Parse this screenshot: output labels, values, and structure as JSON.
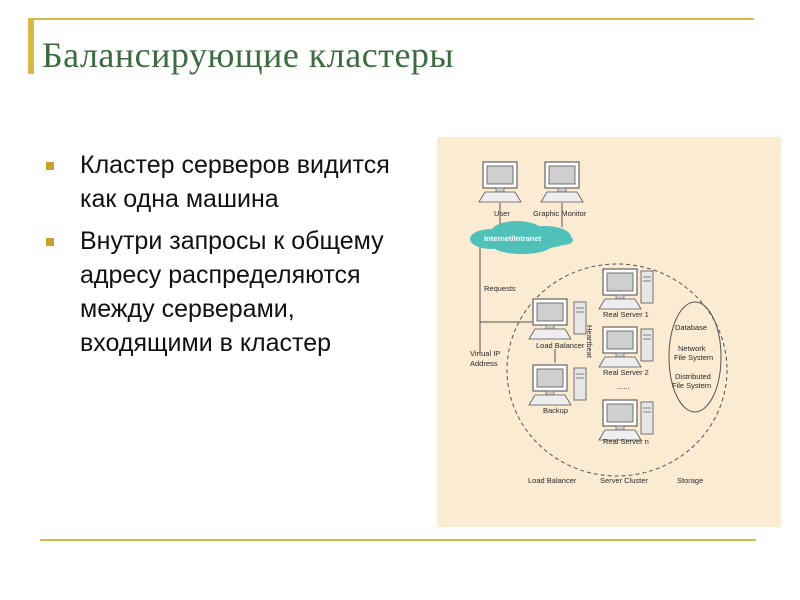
{
  "slide": {
    "title": "Балансирующие кластеры",
    "bullets": [
      "Кластер серверов видится как одна машина",
      "Внутри запросы к общему адресу распределяются между серверами, входящими в кластер"
    ]
  },
  "diagram": {
    "user_label": "User",
    "monitor_label": "Graphic Monitor",
    "network_label": "Internet/Intranet",
    "requests_label": "Requests",
    "vip_line1": "Virtual IP",
    "vip_line2": "Address",
    "load_balancer_label": "Load Balancer",
    "backup_label": "Backup",
    "heartbeat_label": "Heartbeat",
    "server1_label": "Real Server 1",
    "server2_label": "Real Server 2",
    "dots_label": "......",
    "servern_label": "Real Server n",
    "db_line1": "Database",
    "db_line2": "Network",
    "db_line3": "File System",
    "db_line4": "Distributed",
    "db_line5": "File System",
    "bottom_lb": "Load Balancer",
    "bottom_cluster": "Server Cluster",
    "bottom_storage": "Storage"
  },
  "colors": {
    "title": "#3b6b3e",
    "rule": "#d9b84a",
    "bullet": "#c8a22c",
    "figure_bg": "#fbebd2",
    "cloud": "#4fc1b9"
  }
}
